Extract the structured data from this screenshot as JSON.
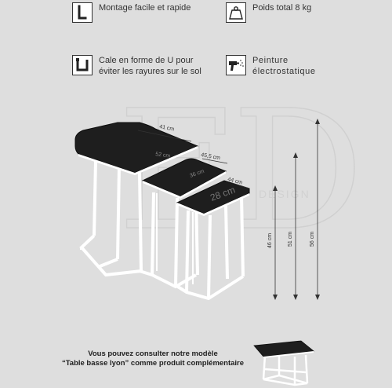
{
  "features": [
    {
      "icon": "allen-key-icon",
      "text": "Montage facile et rapide"
    },
    {
      "icon": "weight-icon",
      "text": "Poids total 8 kg"
    },
    {
      "icon": "u-clip-icon",
      "line1": "Cale en forme de U pour",
      "line2": "éviter les rayures sur le sol"
    },
    {
      "icon": "spray-gun-icon",
      "line1": "Peinture",
      "line2": "électrostatique"
    }
  ],
  "dimensions": {
    "big_width": "41 cm",
    "big_depth": "52 cm",
    "mid_width": "45,5 cm",
    "mid_depth": "36 cm",
    "small_width": "44 cm",
    "small_depth": "28 cm",
    "height_small": "46 cm",
    "height_mid": "51 cm",
    "height_big": "56 cm"
  },
  "watermark": {
    "letters": "FD",
    "word": "DESIGN"
  },
  "bottom_note": {
    "line1": "Vous pouvez consulter notre modèle",
    "line2": "“Table basse lyon” comme produit complémentaire"
  }
}
